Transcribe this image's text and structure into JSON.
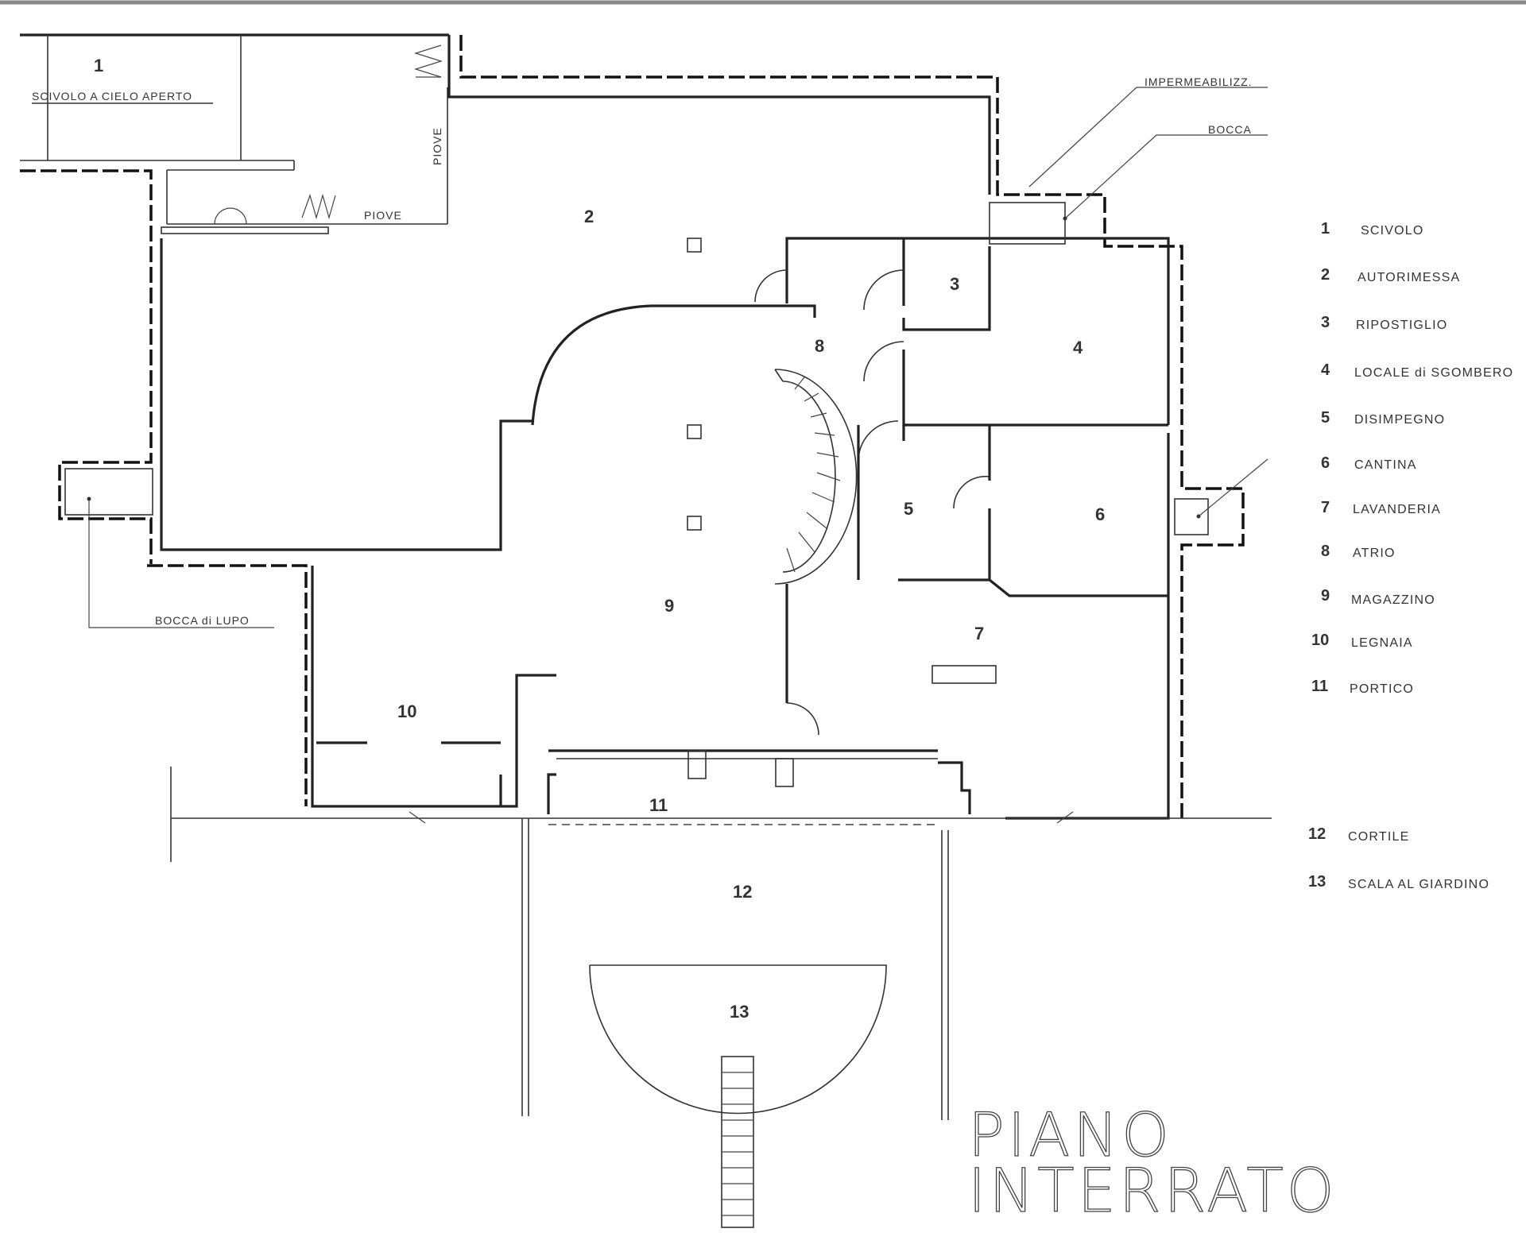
{
  "rooms": [
    {
      "number": "1"
    },
    {
      "number": "2"
    },
    {
      "number": "3"
    },
    {
      "number": "4"
    },
    {
      "number": "5"
    },
    {
      "number": "6"
    },
    {
      "number": "7"
    },
    {
      "number": "8"
    },
    {
      "number": "9"
    },
    {
      "number": "10"
    },
    {
      "number": "11"
    },
    {
      "number": "12"
    },
    {
      "number": "13"
    }
  ],
  "notes": {
    "scivolo": "SCIVOLO A CIELO APERTO",
    "piove": "PIOVE",
    "impermeabilizz": "IMPERMEABILIZZ.",
    "bocca": "BOCCA",
    "bocca_di_lupo": "BOCCA di LUPO"
  },
  "legend": [
    {
      "num": "1",
      "label": "SCIVOLO"
    },
    {
      "num": "2",
      "label": "AUTORIMESSA"
    },
    {
      "num": "3",
      "label": "RIPOSTIGLIO"
    },
    {
      "num": "4",
      "label": "LOCALE di SGOMBERO"
    },
    {
      "num": "5",
      "label": "DISIMPEGNO"
    },
    {
      "num": "6",
      "label": "CANTINA"
    },
    {
      "num": "7",
      "label": "LAVANDERIA"
    },
    {
      "num": "8",
      "label": "ATRIO"
    },
    {
      "num": "9",
      "label": "MAGAZZINO"
    },
    {
      "num": "10",
      "label": "LEGNAIA"
    },
    {
      "num": "11",
      "label": "PORTICO"
    },
    {
      "num": "12",
      "label": "CORTILE"
    },
    {
      "num": "13",
      "label": "SCALA AL GIARDINO"
    }
  ],
  "title": {
    "line1": "PIANO",
    "line2": "INTERRATO"
  }
}
